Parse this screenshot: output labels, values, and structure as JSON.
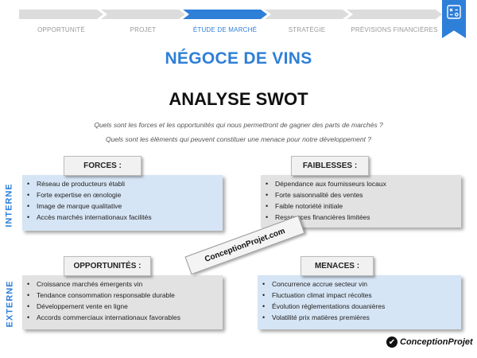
{
  "steps": [
    {
      "label": "OPPORTUNITÉ",
      "active": false
    },
    {
      "label": "PROJET",
      "active": false
    },
    {
      "label": "ÉTUDE DE MARCHÉ",
      "active": true
    },
    {
      "label": "STRATÉGIE",
      "active": false
    },
    {
      "label": "PRÉVISIONS FINANCIÈRES",
      "active": false
    }
  ],
  "bookmark_icon": "chart-grid-icon",
  "title": "NÉGOCE DE VINS",
  "subtitle": "ANALYSE SWOT",
  "question1": "Quels sont les forces et les opportunités qui nous permettront de gagner des parts de marchés ?",
  "question2": "Quels sont les éléments qui peuvent constituer une menace pour notre développement ?",
  "side_labels": {
    "interne": "INTERNE",
    "externe": "EXTERNE"
  },
  "swot": {
    "forces": {
      "title": "FORCES :",
      "items": [
        "Réseau de producteurs établi",
        "Forte expertise en œnologie",
        "Image de marque qualitative",
        "Accès marchés internationaux facilités"
      ]
    },
    "faiblesses": {
      "title": "FAIBLESSES :",
      "items": [
        "Dépendance aux fournisseurs locaux",
        "Forte saisonnalité des ventes",
        "Faible notoriété initiale",
        "Ressources financières limitées"
      ]
    },
    "opportunites": {
      "title": "OPPORTUNITÉS :",
      "items": [
        "Croissance marchés émergents vin",
        "Tendance consommation responsable durable",
        "Développement vente en ligne",
        "Accords commerciaux internationaux favorables"
      ]
    },
    "menaces": {
      "title": "MENACES :",
      "items": [
        "Concurrence accrue secteur vin",
        "Fluctuation climat impact récoltes",
        "Évolution réglementations douanières",
        "Volatilité prix matières premières"
      ]
    }
  },
  "stamp": "ConceptionProjet.com",
  "logo": {
    "mark": "✔",
    "text": "ConceptionProjet"
  },
  "colors": {
    "accent": "#2e7fd8",
    "blue_box": "#d6e5f5",
    "gray_box": "#e2e2e2"
  }
}
